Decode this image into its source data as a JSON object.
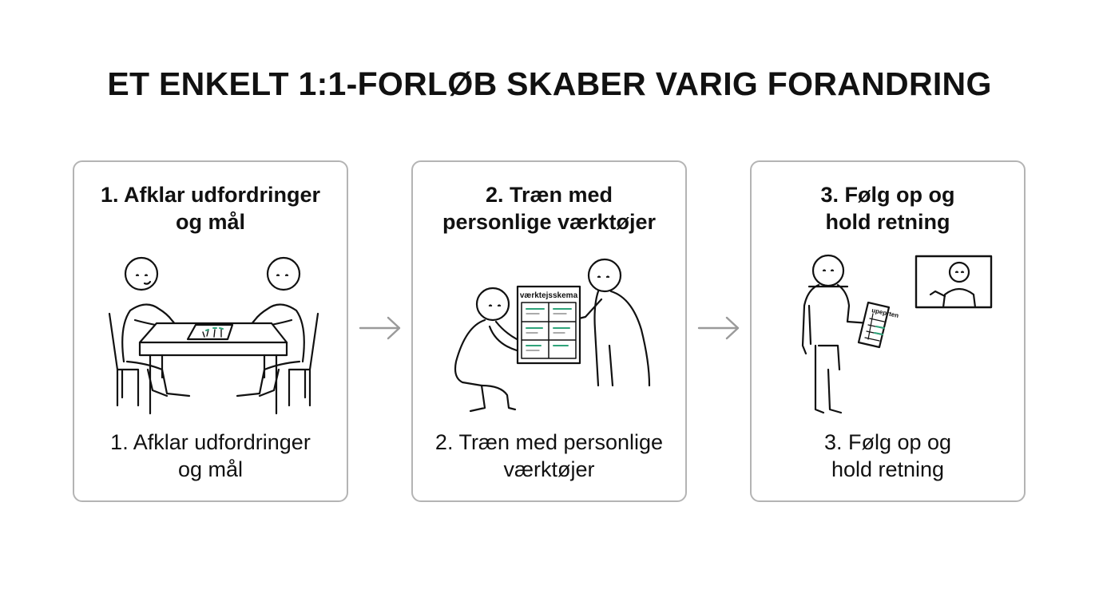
{
  "title": "ET ENKELT 1:1-FORLØB SKABER VARIG FORANDRING",
  "steps": [
    {
      "title_lines": [
        "1. Afklar udfordringer",
        "og mål"
      ],
      "caption_lines": [
        "1. Afklar udfordringer",
        "og mål"
      ],
      "illustration": "two-people-at-table"
    },
    {
      "title_lines": [
        "2. Træn med",
        "personlige værktøjer"
      ],
      "caption_lines": [
        "2. Træn med personlige",
        "værktøjer"
      ],
      "illustration": "coach-showing-tool-sheet",
      "sheet_label": "værktejsskema"
    },
    {
      "title_lines": [
        "3. Følg op og",
        "hold retning"
      ],
      "caption_lines": [
        "3. Følg op og",
        "hold retning"
      ],
      "illustration": "person-with-sheet-and-video-call",
      "sheet_label": "upeprten"
    }
  ],
  "colors": {
    "border": "#b4b4b4",
    "arrow": "#9a9a9a",
    "accent_green": "#2fa37a",
    "ink": "#111111"
  }
}
